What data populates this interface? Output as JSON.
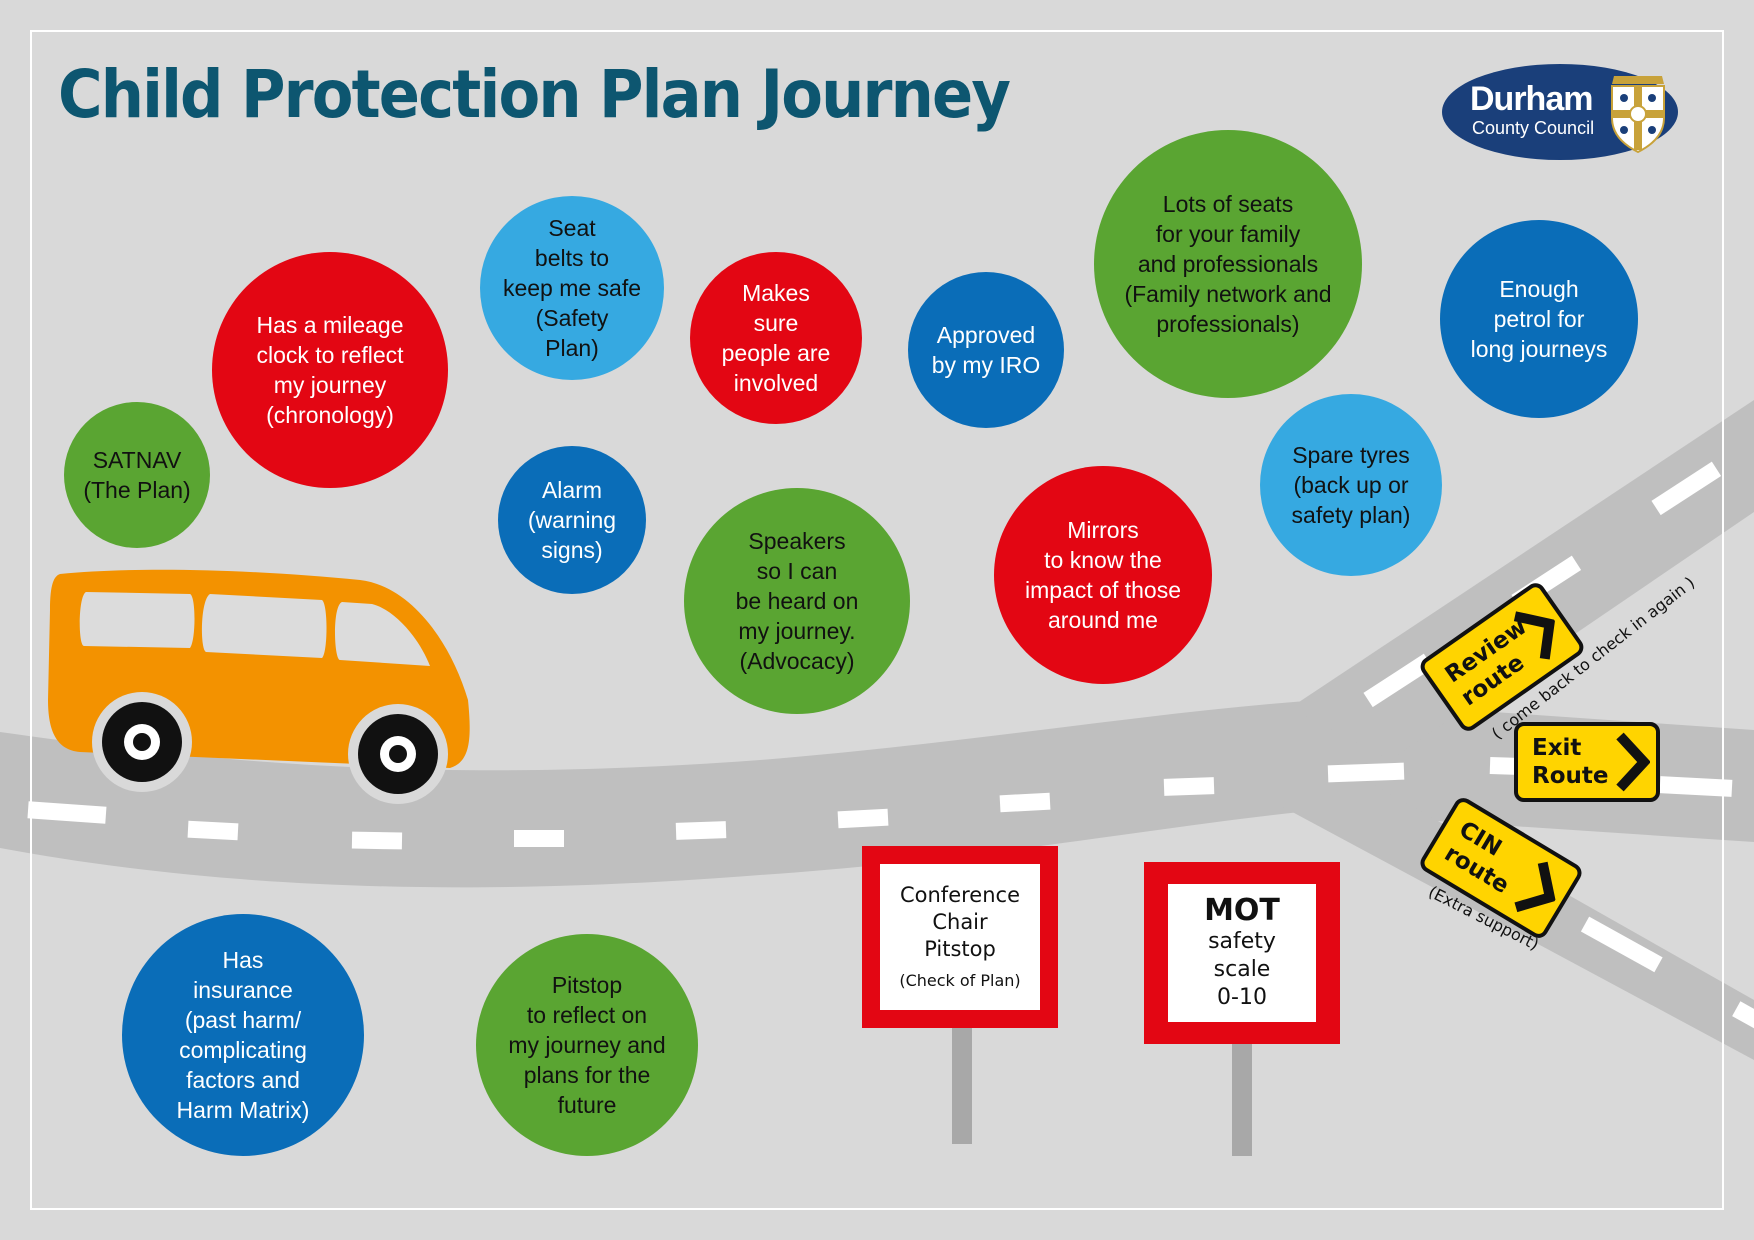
{
  "title": "Child Protection Plan Journey",
  "logo": {
    "name": "Durham",
    "sub": "County Council",
    "color": "#1a3f7a"
  },
  "colors": {
    "background": "#d9d9d9",
    "road": "#bfbfbf",
    "green": "#5aa532",
    "red": "#e30613",
    "light_blue": "#36a9e1",
    "dark_blue": "#0a6db8",
    "van": "#f39200",
    "sign_yellow": "#ffd400"
  },
  "bubbles": [
    {
      "id": "satnav",
      "text": "SATNAV\n(The Plan)",
      "color": "green"
    },
    {
      "id": "mileage",
      "text": "Has a mileage\nclock to reflect\nmy journey\n(chronology)",
      "color": "red"
    },
    {
      "id": "seatbelts",
      "text": "Seat\nbelts to\nkeep me safe\n(Safety\nPlan)",
      "color": "light_blue"
    },
    {
      "id": "alarm",
      "text": "Alarm\n(warning\nsigns)",
      "color": "dark_blue"
    },
    {
      "id": "involved",
      "text": "Makes\nsure\npeople are\ninvolved",
      "color": "red"
    },
    {
      "id": "speakers",
      "text": "Speakers\nso I can\nbe heard on\nmy journey.\n(Advocacy)",
      "color": "green"
    },
    {
      "id": "iro",
      "text": "Approved\nby my IRO",
      "color": "dark_blue"
    },
    {
      "id": "seats",
      "text": "Lots of seats\nfor your family\nand professionals\n(Family network and\nprofessionals)",
      "color": "green"
    },
    {
      "id": "mirrors",
      "text": "Mirrors\nto know the\nimpact of those\naround me",
      "color": "red"
    },
    {
      "id": "petrol",
      "text": "Enough\npetrol for\nlong journeys",
      "color": "dark_blue"
    },
    {
      "id": "tyres",
      "text": "Spare tyres\n(back up or\nsafety plan)",
      "color": "light_blue"
    },
    {
      "id": "insurance",
      "text": "Has\ninsurance\n(past harm/\ncomplicating\nfactors and\nHarm Matrix)",
      "color": "dark_blue"
    },
    {
      "id": "pitstop",
      "text": "Pitstop\nto reflect on\nmy journey and\nplans for the\nfuture",
      "color": "green"
    }
  ],
  "signs": {
    "conference": {
      "lines": [
        "Conference",
        "Chair",
        "Pitstop"
      ],
      "note": "(Check of Plan)"
    },
    "mot": {
      "title": "MOT",
      "lines": [
        "safety",
        "scale",
        "0-10"
      ]
    }
  },
  "routes": {
    "review": {
      "label": "Review\nroute",
      "note": "( come back to check in again )"
    },
    "exit": {
      "label": "Exit\nRoute"
    },
    "cin": {
      "label": "CIN\nroute",
      "note": "(Extra support)"
    }
  }
}
